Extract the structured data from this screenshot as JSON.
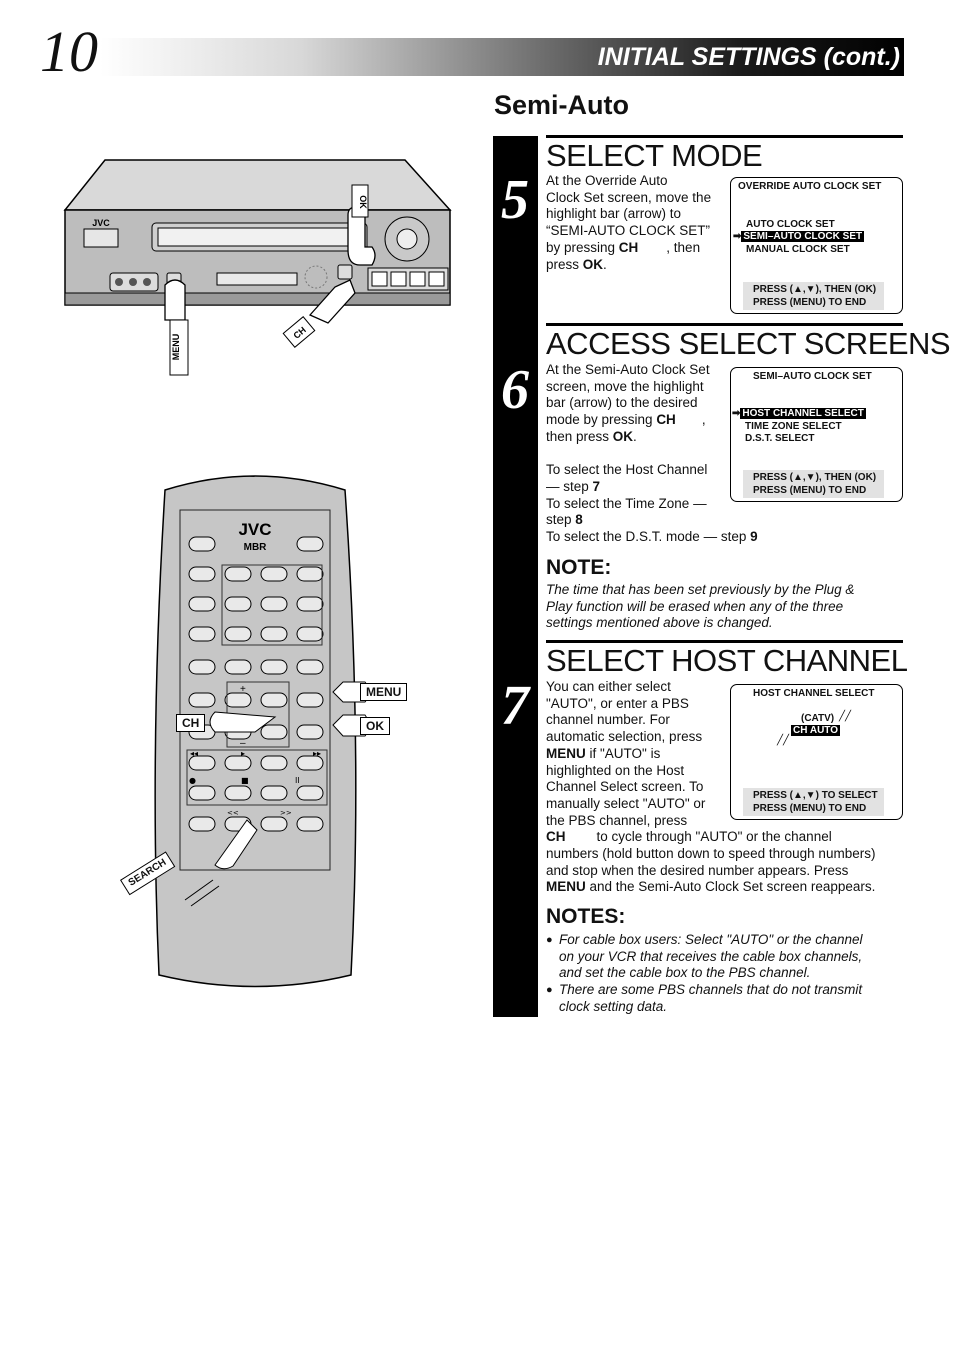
{
  "header": {
    "page_number": "10",
    "title": "INITIAL SETTINGS (cont.)"
  },
  "section_title": "Semi-Auto",
  "step5": {
    "number": "5",
    "title": "SELECT MODE",
    "text_lines": [
      "At the Override Auto",
      "Clock Set screen, move the",
      "highlight bar (arrow) to",
      "“SEMI-AUTO CLOCK SET”"
    ],
    "line5_pre": "by pressing ",
    "line5_key": "CH",
    "line5_post": ", then",
    "line6_pre": "press ",
    "line6_key": "OK",
    "line6_post": ".",
    "osd": {
      "title": "OVERRIDE AUTO CLOCK SET",
      "item1": "AUTO CLOCK SET",
      "item2_selected": "SEMI–AUTO CLOCK SET",
      "item3": "MANUAL CLOCK SET",
      "footer1": "PRESS (▲,▼), THEN (OK)",
      "footer2": "PRESS (MENU) TO END"
    }
  },
  "step6": {
    "number": "6",
    "title": "ACCESS SELECT SCREENS",
    "text_lines": [
      "At the Semi-Auto Clock Set",
      "screen, move the highlight",
      "bar (arrow) to the desired"
    ],
    "line4_pre": "mode by pressing ",
    "line4_key": "CH",
    "line4_post": ",",
    "line5_pre": "then press ",
    "line5_key": "OK",
    "line5_post": ".",
    "host_line1": "To select the Host Channel",
    "host_line2_pre": "— step ",
    "host_line2_num": "7",
    "tz_line1": "To select the Time Zone —",
    "tz_line2_pre": "step ",
    "tz_line2_num": "8",
    "dst_line_pre": "To select the D.S.T. mode — step ",
    "dst_line_num": "9",
    "osd": {
      "title": "SEMI–AUTO CLOCK SET",
      "item1_selected": "HOST CHANNEL SELECT",
      "item2": "TIME ZONE SELECT",
      "item3": "D.S.T. SELECT",
      "footer1": "PRESS (▲,▼), THEN (OK)",
      "footer2": "PRESS (MENU) TO END"
    }
  },
  "note": {
    "heading": "NOTE:",
    "lines": [
      "The time that has been set previously by the Plug &",
      "Play function will be erased when any of the three",
      "settings mentioned above is changed."
    ]
  },
  "step7": {
    "number": "7",
    "title": "SELECT HOST CHANNEL",
    "text_lines_a": [
      "You can either select",
      "\"AUTO\", or enter a PBS",
      "channel number. For",
      "automatic selection, press"
    ],
    "menu_line_key": "MENU",
    "menu_line_post": " if \"AUTO\" is",
    "text_lines_b": [
      "highlighted on the Host",
      "Channel Select screen. To",
      "manually select \"AUTO\" or",
      "the PBS channel, press"
    ],
    "ch_line_key": "CH",
    "ch_line_post": "to cycle through \"AUTO\" or the channel",
    "text_lines_c": [
      "numbers (hold button down to speed through numbers)",
      "and stop when the desired number appears. Press"
    ],
    "last_line_key": "MENU",
    "last_line_post": " and the Semi-Auto Clock Set screen reappears.",
    "osd": {
      "title": "HOST CHANNEL SELECT",
      "catv": "(CATV)",
      "ch_value": "CH   AUTO",
      "footer1": "PRESS (▲,▼) TO SELECT",
      "footer2": "PRESS (MENU) TO END"
    }
  },
  "notes": {
    "heading": "NOTES:",
    "bullet1": [
      "For cable box users:  Select \"AUTO\" or the channel",
      "on your VCR that receives the cable box channels,",
      "and set the cable box to the PBS channel."
    ],
    "bullet2": [
      "There are some PBS channels that do not transmit",
      "clock setting data."
    ]
  },
  "vcr": {
    "brand": "JVC",
    "label_ok": "OK",
    "label_menu": "MENU",
    "label_ch": "CH"
  },
  "remote": {
    "brand": "JVC",
    "sub_brand": "MBR",
    "callout_menu": "MENU",
    "callout_ok": "OK",
    "callout_ch": "CH",
    "label_search": "SEARCH",
    "sym_plus": "+",
    "sym_minus": "–",
    "sym_rew": "◂◂",
    "sym_play": "▸",
    "sym_ff": "▸▸",
    "sym_rec": "●",
    "sym_stop": "■",
    "sym_pause": "II",
    "sym_search_back": "<<",
    "sym_search_fwd": ">>"
  }
}
